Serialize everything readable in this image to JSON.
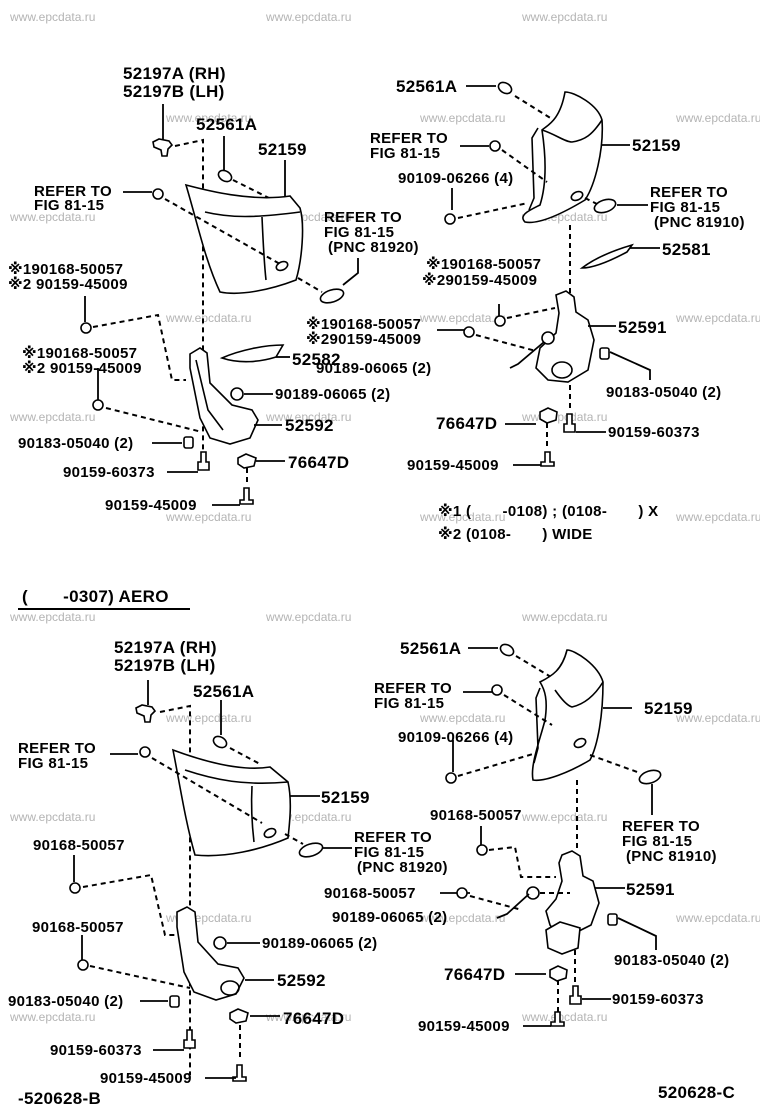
{
  "watermark": "www.epcdata.ru",
  "top_left": {
    "labels": {
      "clip_rh": "52197A (RH)",
      "clip_lh": "52197B (LH)",
      "retainer": "52561A",
      "extension": "52159",
      "refer1_l1": "REFER TO",
      "refer1_l2": "FIG 81-15",
      "refer2_l1": "REFER TO",
      "refer2_l2": "FIG 81-15",
      "refer2_l3": "(PNC 81920)",
      "bolt_a1": "※190168-50057",
      "bolt_a2": "※2 90159-45009",
      "bolt_b1": "※190168-50057",
      "bolt_b2": "※2 90159-45009",
      "pad": "52582",
      "nut": "90189-06065 (2)",
      "bracket": "52592",
      "clip_nut": "90183-05040 (2)",
      "screw1": "90159-60373",
      "grommet": "76647D",
      "screw2": "90159-45009"
    }
  },
  "top_right": {
    "labels": {
      "retainer": "52561A",
      "refer1_l1": "REFER TO",
      "refer1_l2": "FIG 81-15",
      "extension": "52159",
      "screw_a": "90109-06266 (4)",
      "refer2_l1": "REFER TO",
      "refer2_l2": "FIG 81-15",
      "refer2_l3": "(PNC 81910)",
      "pad": "52581",
      "bolt_a1": "※190168-50057",
      "bolt_a2": "※290159-45009",
      "bolt_b1": "※190168-50057",
      "bolt_b2": "※290159-45009",
      "bracket": "52591",
      "nut": "90189-06065 (2)",
      "clip_nut": "90183-05040 (2)",
      "grommet": "76647D",
      "screw1": "90159-60373",
      "screw2": "90159-45009"
    },
    "notes": {
      "note1": "※1 (       -0108) ; (0108-       ) X",
      "note2": "※2 (0108-       ) WIDE"
    }
  },
  "section_title": "(       -0307) AERO",
  "bottom_left": {
    "labels": {
      "clip_rh": "52197A (RH)",
      "clip_lh": "52197B (LH)",
      "retainer": "52561A",
      "refer1_l1": "REFER TO",
      "refer1_l2": "FIG 81-15",
      "extension": "52159",
      "refer2_l1": "REFER TO",
      "refer2_l2": "FIG 81-15",
      "refer2_l3": "(PNC 81920)",
      "bolt_a": "90168-50057",
      "bolt_b": "90168-50057",
      "nut": "90189-06065 (2)",
      "bracket": "52592",
      "clip_nut": "90183-05040 (2)",
      "grommet": "76647D",
      "screw1": "90159-60373",
      "screw2": "90159-45009"
    },
    "diagram_code": "-520628-B"
  },
  "bottom_right": {
    "labels": {
      "retainer": "52561A",
      "refer1_l1": "REFER TO",
      "refer1_l2": "FIG 81-15",
      "extension": "52159",
      "screw_a": "90109-06266 (4)",
      "refer2_l1": "REFER TO",
      "refer2_l2": "FIG 81-15",
      "refer2_l3": "(PNC 81910)",
      "bolt_a": "90168-50057",
      "bolt_b": "90168-50057",
      "nut": "90189-06065 (2)",
      "bracket": "52591",
      "clip_nut": "90183-05040 (2)",
      "grommet": "76647D",
      "screw1": "90159-60373",
      "screw2": "90159-45009"
    },
    "diagram_code": "520628-C"
  }
}
